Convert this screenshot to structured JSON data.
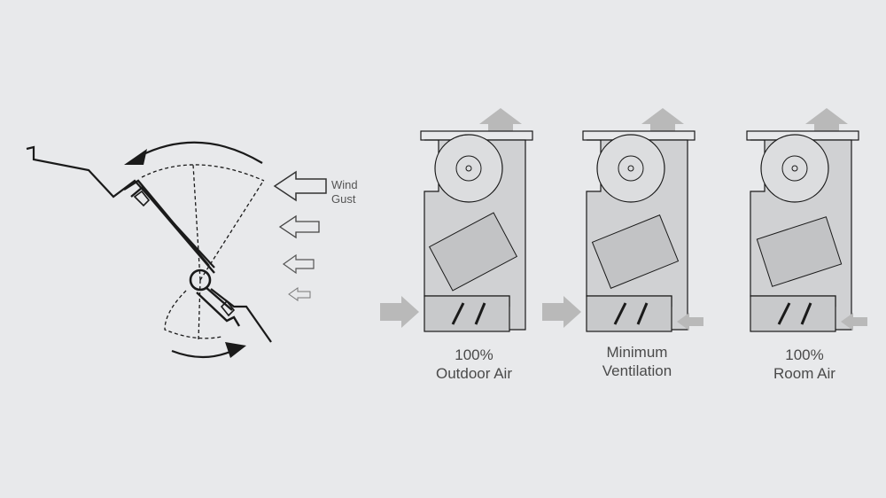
{
  "damper_diagram": {
    "wind_label_line1": "Wind",
    "wind_label_line2": "Gust"
  },
  "units": [
    {
      "line1": "100%",
      "line2": "Outdoor Air"
    },
    {
      "line1": "Minimum",
      "line2": "Ventilation"
    },
    {
      "line1": "100%",
      "line2": "Room Air"
    }
  ],
  "colors": {
    "background": "#e8e9eb",
    "line": "#1a1a1a",
    "unit_fill": "#d0d1d3",
    "arrow_fill": "#b9b9b9",
    "text": "#4a4a4a"
  }
}
